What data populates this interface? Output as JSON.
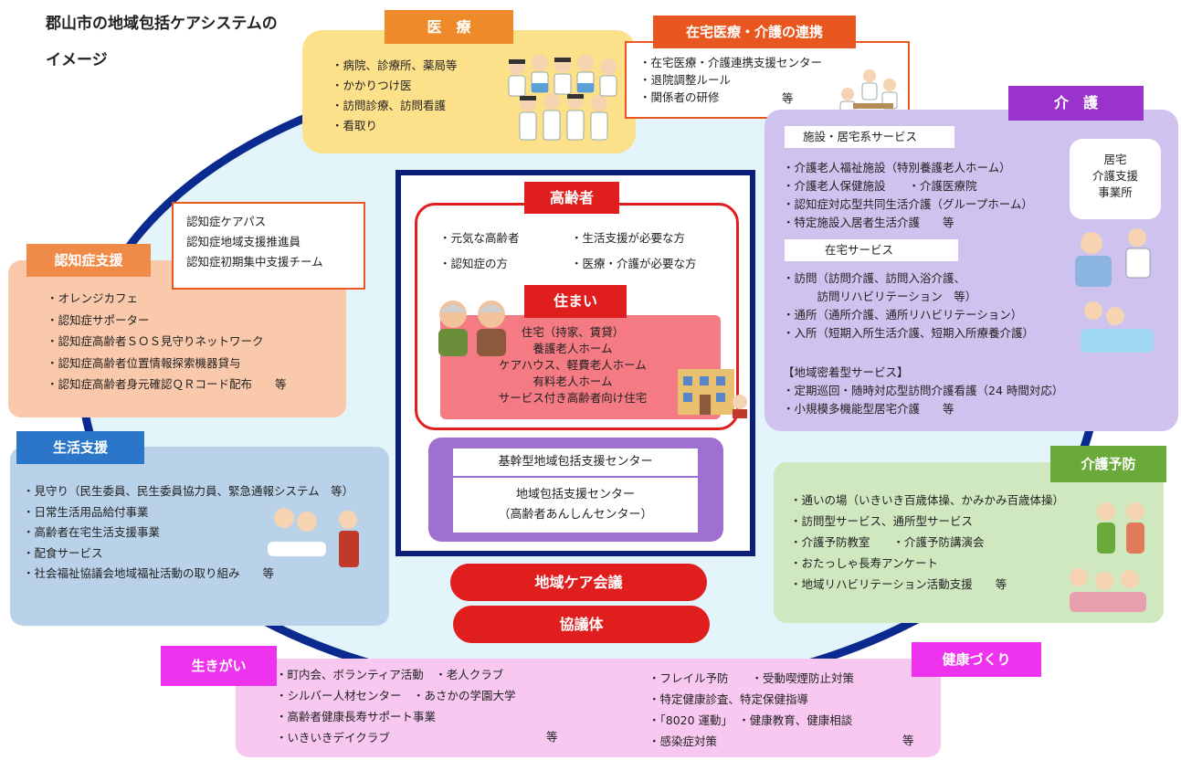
{
  "title": {
    "line1": "郡山市の地域包括ケアシステムの",
    "line2": "イメージ"
  },
  "colors": {
    "circle": "#0b2a8f",
    "iryo": "#ee8a2a",
    "renkei": "#e8571f",
    "kaigo": "#9933cc",
    "ninchi": "#f08a48",
    "seikatsu": "#2b76c8",
    "yobo": "#6aaa3a",
    "ikigai": "#ee33ee",
    "kenko": "#ee33ee",
    "red": "#e01e1e",
    "center": "#a070d0"
  },
  "iryo": {
    "header": "医　療",
    "items": [
      "・病院、診療所、薬局等",
      "・かかりつけ医",
      "・訪問診療、訪問看護",
      "・看取り"
    ],
    "icon": "doctors-nurses-illustration"
  },
  "renkei": {
    "header": "在宅医療・介護の連携",
    "items": [
      "・在宅医療・介護連携支援センター",
      "・退院調整ルール",
      "・関係者の研修"
    ],
    "etc": "等",
    "icon": "meeting-illustration"
  },
  "kaigo": {
    "header": "介　護",
    "sub1": "施設・居宅系サービス",
    "items1": [
      "・介護老人福祉施設（特別養護老人ホーム）",
      "・介護老人保健施設　　・介護医療院",
      "・認知症対応型共同生活介護（グループホーム）",
      "・特定施設入居者生活介護　　等"
    ],
    "kyotaku": [
      "居宅",
      "介護支援",
      "事業所"
    ],
    "sub2": "在宅サービス",
    "items2": [
      "・訪問（訪問介護、訪問入浴介護、",
      "　　　訪問リハビリテーション　等）",
      "・通所（通所介護、通所リハビリテーション）",
      "・入所（短期入所生活介護、短期入所療養介護）"
    ],
    "sub3": "【地域密着型サービス】",
    "items3": [
      "・定期巡回・随時対応型訪問介護看護（24 時間対応）",
      "・小規模多機能型居宅介護　　等"
    ]
  },
  "ninchi": {
    "box": [
      "認知症ケアパス",
      "認知症地域支援推進員",
      "認知症初期集中支援チーム"
    ],
    "header": "認知症支援",
    "items": [
      "・オレンジカフェ",
      "・認知症サポーター",
      "・認知症高齢者ＳＯＳ見守りネットワーク",
      "・認知症高齢者位置情報探索機器貸与",
      "・認知症高齢者身元確認ＱＲコード配布　　等"
    ]
  },
  "seikatsu": {
    "header": "生活支援",
    "items": [
      "・見守り（民生委員、民生委員協力員、緊急通報システム　等）",
      "・日常生活用品給付事業",
      "・高齢者在宅生活支援事業",
      "・配食サービス",
      "・社会福祉協議会地域福祉活動の取り組み　　等"
    ]
  },
  "yobo": {
    "header": "介護予防",
    "items": [
      "・通いの場（いきいき百歳体操、かみかみ百歳体操）",
      "・訪問型サービス、通所型サービス",
      "・介護予防教室　　・介護予防講演会",
      "・おたっしゃ長寿アンケート",
      "・地域リハビリテーション活動支援　　等"
    ]
  },
  "koreisha": {
    "header": "高齢者",
    "items": [
      "・元気な高齢者",
      "・生活支援が必要な方",
      "・認知症の方",
      "・医療・介護が必要な方"
    ]
  },
  "sumai": {
    "header": "住まい",
    "items": [
      "住宅（持家、賃貸）",
      "養護老人ホーム",
      "ケアハウス、軽費老人ホーム",
      "有料老人ホーム",
      "サービス付き高齢者向け住宅"
    ]
  },
  "center": {
    "kikan": "基幹型地域包括支援センター",
    "chiiki1": "地域包括支援センター",
    "chiiki2": "（高齢者あんしんセンター）"
  },
  "kaigi": {
    "label": "地域ケア会議"
  },
  "kyogi": {
    "label": "協議体"
  },
  "ikigai": {
    "header": "生きがい",
    "items": [
      "・町内会、ボランティア活動　・老人クラブ",
      "・シルバー人材センター　・あさかの学園大学",
      "・高齢者健康長寿サポート事業",
      "・いきいきデイクラブ"
    ],
    "etc": "等"
  },
  "kenko": {
    "header": "健康づくり",
    "items": [
      "・フレイル予防　　・受動喫煙防止対策",
      "・特定健康診査、特定保健指導",
      "・「8020 運動」　・健康教育、健康相談",
      "・感染症対策"
    ],
    "etc": "等"
  }
}
